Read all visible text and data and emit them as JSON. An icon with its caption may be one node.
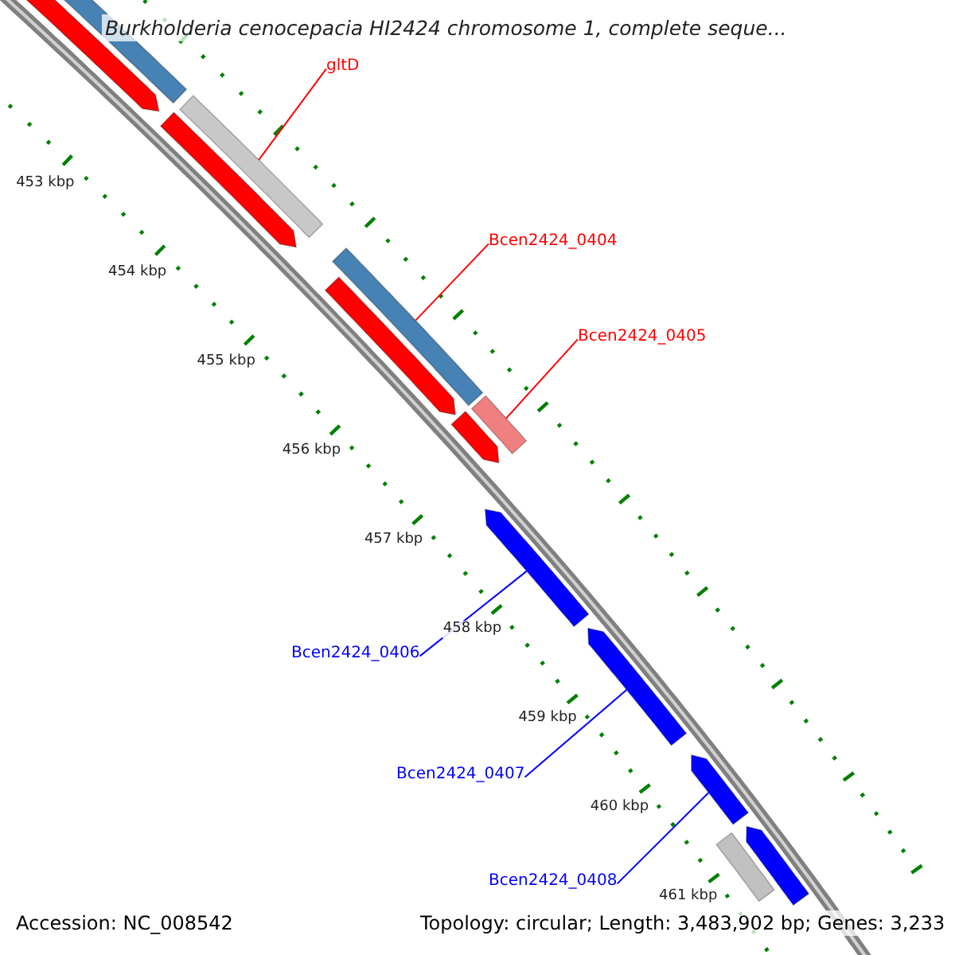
{
  "diagram": {
    "title": "Burkholderia cenocepacia HI2424 chromosome 1, complete seque...",
    "nodes": [
      {
        "text": [
          "gltD"
        ]
      },
      {
        "text": [
          "Bcen2424_0404"
        ]
      },
      {
        "text": [
          "Bcen2424_0405"
        ]
      },
      {
        "text": [
          "Bcen2424_0406"
        ]
      },
      {
        "text": [
          "Bcen2424_0407"
        ]
      },
      {
        "text": [
          "Bcen2424_0408"
        ]
      },
      {
        "text": [],
        "shape": "bar"
      },
      {
        "text": [],
        "shape": "bar"
      },
      {
        "text": [],
        "shape": "bar"
      },
      {
        "text": [],
        "shape": "arrow"
      },
      {
        "text": [],
        "shape": "arrow"
      },
      {
        "text": [],
        "shape": "arrow"
      },
      {
        "text": [],
        "shape": "arrow"
      },
      {
        "text": [],
        "shape": "bar"
      },
      {
        "text": [],
        "shape": "arrow"
      },
      {
        "text": [],
        "shape": "arrow"
      },
      {
        "text": [],
        "shape": "arrow"
      },
      {
        "text": [],
        "shape": "bar"
      },
      {
        "text": [],
        "shape": "arrow"
      }
    ],
    "edges": [
      {
        "from": 0,
        "to": 6,
        "arrow": "none"
      },
      {
        "from": 1,
        "to": 7,
        "arrow": "none"
      },
      {
        "from": 2,
        "to": 8,
        "arrow": "none"
      },
      {
        "from": 3,
        "to": 9,
        "arrow": "none",
        "color": "#0000ff"
      },
      {
        "from": 4,
        "to": 10,
        "arrow": "none",
        "color": "#0000ff"
      },
      {
        "from": 5,
        "to": 11,
        "arrow": "none",
        "color": "#0000ff"
      }
    ],
    "labels": [
      "453 kbp",
      "454 kbp",
      "455 kbp",
      "456 kbp",
      "457 kbp",
      "458 kbp",
      "459 kbp",
      "460 kbp",
      "461 kbp",
      "Accession: NC_008542",
      "Topology: circular; Length: 3,483,902 bp; Genes: 3,233"
    ]
  }
}
